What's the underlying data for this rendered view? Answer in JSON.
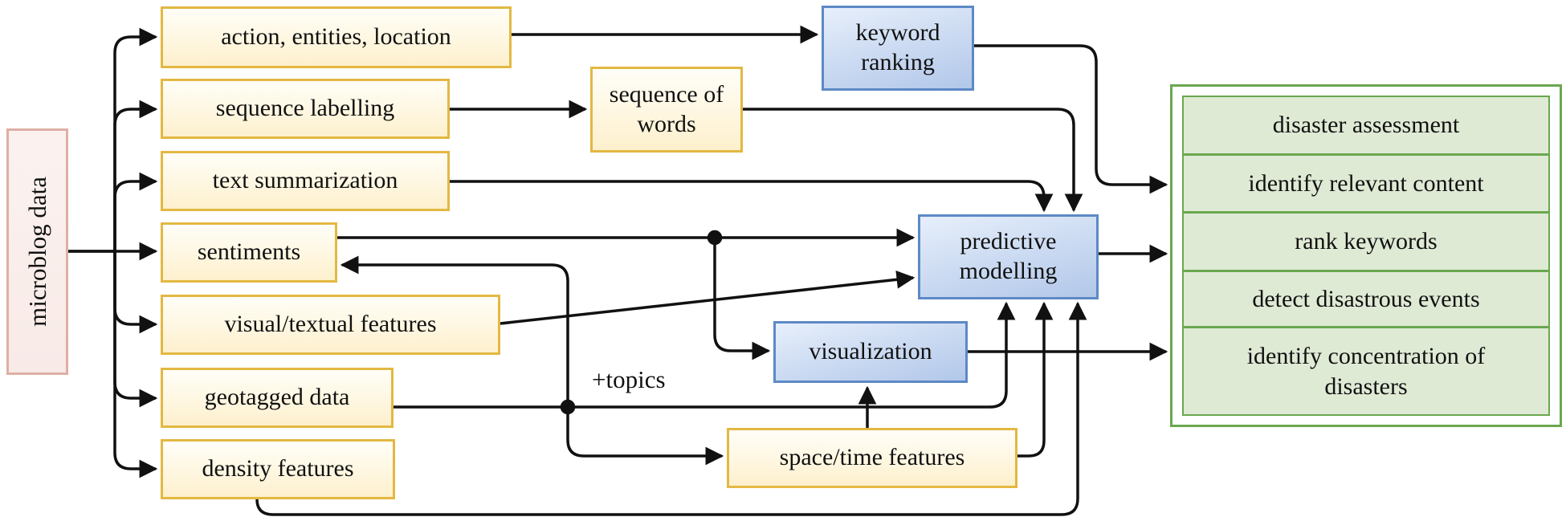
{
  "diagram": {
    "nodes": {
      "microblog_data": {
        "label": "microblog data"
      },
      "action_entities_location": {
        "label": "action, entities, location"
      },
      "sequence_labelling": {
        "label": "sequence labelling"
      },
      "text_summarization": {
        "label": "text summarization"
      },
      "sentiments": {
        "label": "sentiments"
      },
      "visual_textual_features": {
        "label": "visual/textual features"
      },
      "geotagged_data": {
        "label": "geotagged data"
      },
      "density_features": {
        "label": "density features"
      },
      "sequence_of_words": {
        "label": "sequence of words"
      },
      "space_time_features": {
        "label": "space/time features"
      },
      "keyword_ranking": {
        "label": "keyword ranking"
      },
      "predictive_modelling": {
        "label": "predictive modelling"
      },
      "visualization": {
        "label": "visualization"
      }
    },
    "outputs": {
      "items": [
        "disaster assessment",
        "identify relevant content",
        "rank keywords",
        "detect disastrous events",
        "identify concentration of disasters"
      ]
    },
    "edge_annotation": "+topics",
    "colors": {
      "yellow_fill": "#fdf0cd",
      "yellow_border": "#e3b842",
      "blue_fill": "#c9d9f1",
      "blue_border": "#5d89c6",
      "green_fill": "#dfead5",
      "green_border": "#6aa84f",
      "pink_fill": "#f8eae7",
      "pink_border": "#dfafa4",
      "line": "#111111"
    }
  }
}
